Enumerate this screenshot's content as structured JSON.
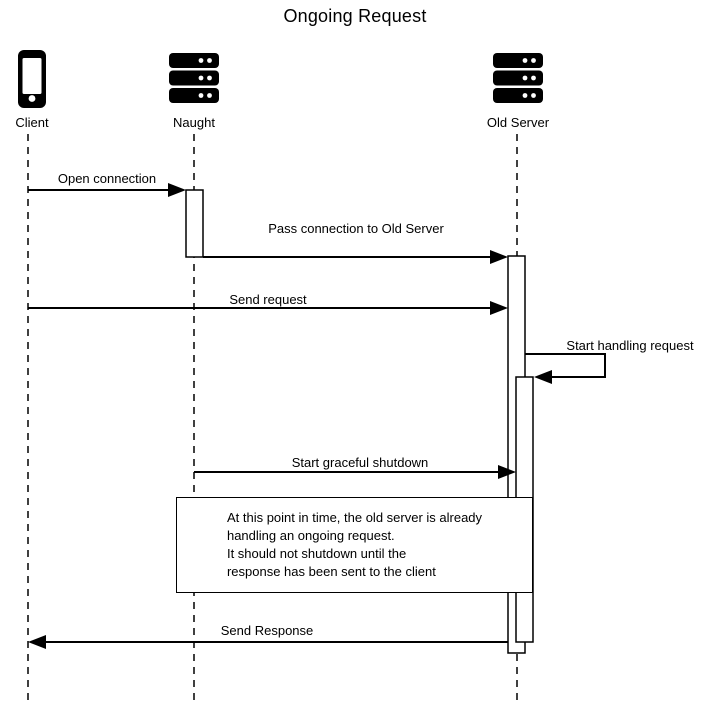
{
  "title": "Ongoing Request",
  "actors": [
    {
      "name": "Client",
      "icon": "phone-icon"
    },
    {
      "name": "Naught",
      "icon": "server-icon"
    },
    {
      "name": "Old Server",
      "icon": "server-icon"
    }
  ],
  "messages": [
    {
      "label": "Open connection",
      "from": "Client",
      "to": "Naught",
      "type": "solid-arrow"
    },
    {
      "label": "Pass connection to Old Server",
      "from": "Naught",
      "to": "Old Server",
      "type": "solid-arrow"
    },
    {
      "label": "Send request",
      "from": "Client",
      "to": "Old Server",
      "type": "solid-arrow"
    },
    {
      "label": "Start handling request",
      "from": "Old Server",
      "to": "Old Server",
      "type": "self-arrow"
    },
    {
      "label": "Start graceful shutdown",
      "from": "Naught",
      "to": "Old Server",
      "type": "solid-arrow"
    },
    {
      "label": "Send Response",
      "from": "Old Server",
      "to": "Client",
      "type": "solid-arrow"
    }
  ],
  "note": {
    "lines": [
      "At this point in time, the old server is already",
      "handling an ongoing request.",
      "It should not shutdown until the",
      "response has been sent to the client"
    ]
  },
  "colors": {
    "stroke": "#000000",
    "background": "#ffffff",
    "activation_fill": "#ffffff",
    "note_fill": "#ffffff"
  }
}
